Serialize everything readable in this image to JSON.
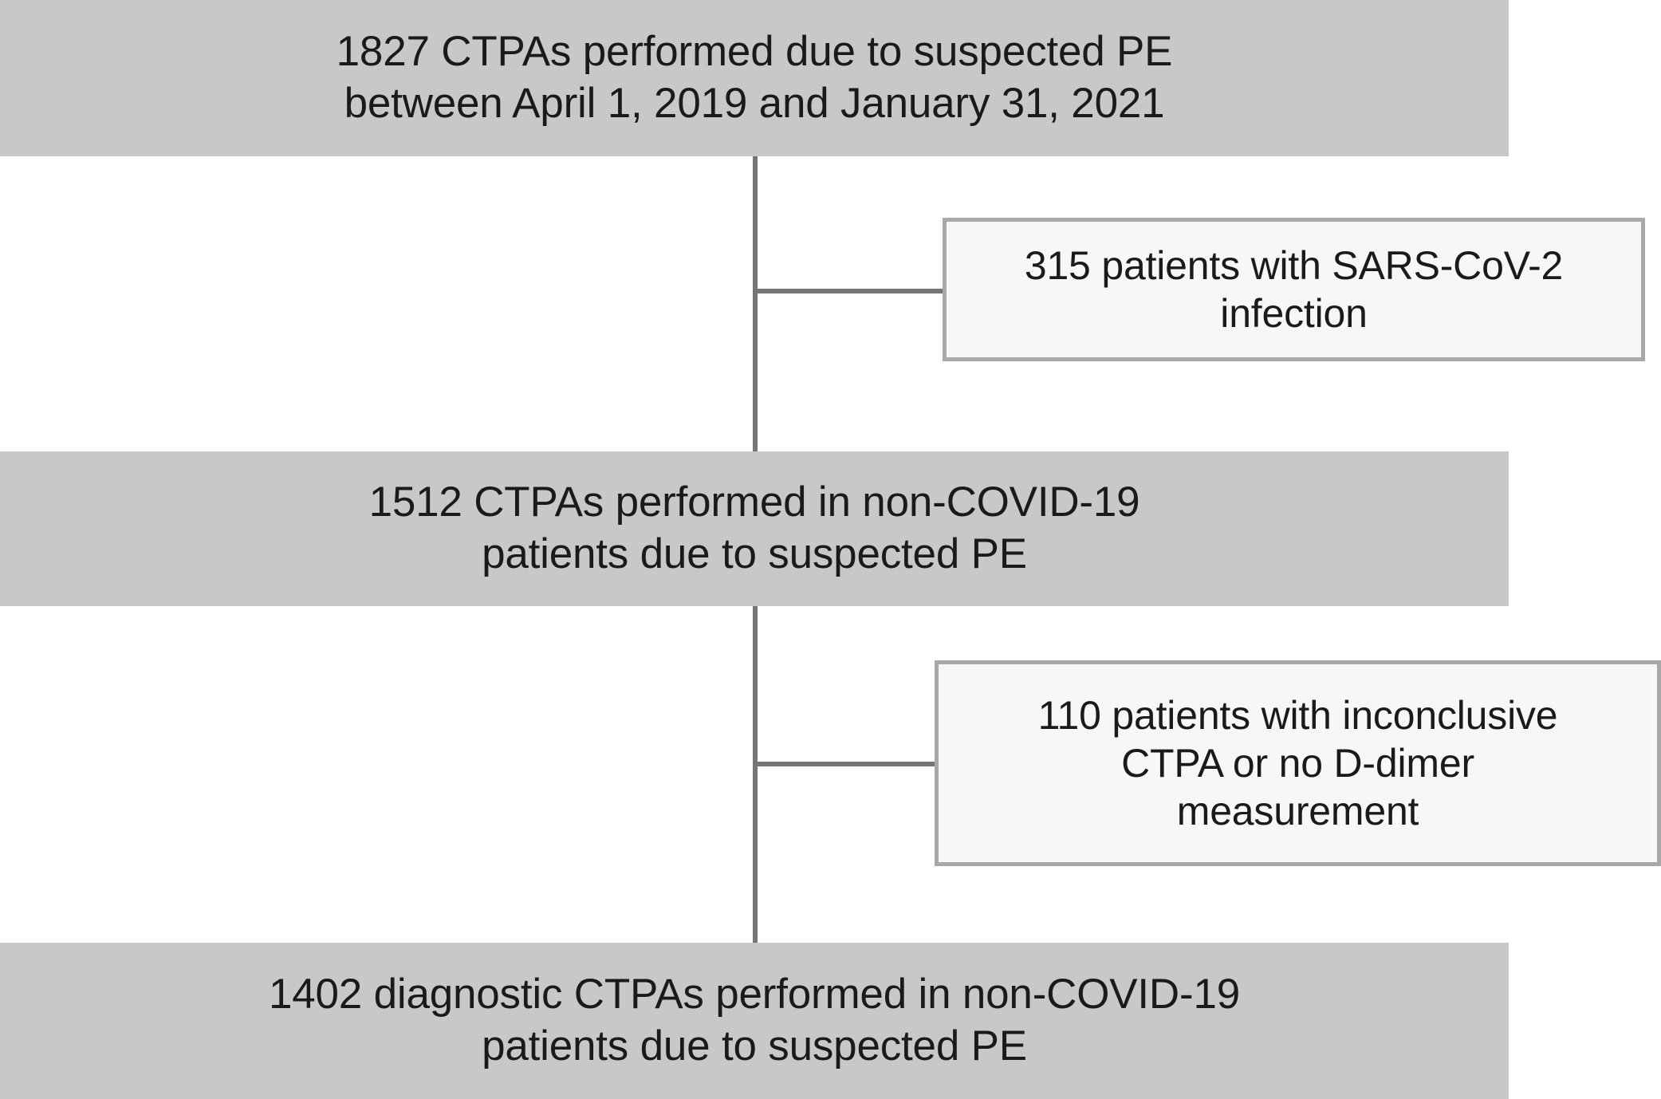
{
  "diagram": {
    "title": "Patient flow diagram for CTPA study",
    "type": "flowchart",
    "colors": {
      "primary_node_fill": "#c8c8c8",
      "exclusion_node_fill": "#f7f7f7",
      "exclusion_node_border": "#a8a8a8",
      "connector": "#757575",
      "text": "#1a1a1a",
      "background": "#ffffff"
    },
    "primary_nodes": [
      {
        "id": "box-1",
        "count": "1827",
        "text": "1827 CTPAs performed due to suspected PE\nbetween April 1, 2019 and January 31, 2021",
        "line_1": "1827 CTPAs performed due to suspected PE",
        "line_2": "between April 1, 2019 and January 31, 2021"
      },
      {
        "id": "box-2",
        "count": "1512",
        "text": "1512 CTPAs performed in non-COVID-19\npatients due to suspected PE",
        "line_1": "1512 CTPAs performed in non-COVID-19",
        "line_2": "patients due to suspected PE"
      },
      {
        "id": "box-3",
        "count": "1402",
        "text": "1402 diagnostic CTPAs performed in non-COVID-19\npatients due to suspected PE",
        "line_1": "1402 diagnostic CTPAs performed in non-COVID-19",
        "line_2": "patients due to suspected PE"
      }
    ],
    "exclusion_nodes": [
      {
        "id": "exclusion-1",
        "count": "315",
        "text": "315 patients with SARS-CoV-2\ninfection",
        "line_1": "315 patients with SARS-CoV-2",
        "line_2": "infection"
      },
      {
        "id": "exclusion-2",
        "count": "110",
        "text": "110 patients with inconclusive\nCTPA or no D-dimer\nmeasurement",
        "line_1": "110 patients with inconclusive",
        "line_2": "CTPA or no D-dimer",
        "line_3": "measurement"
      }
    ]
  }
}
